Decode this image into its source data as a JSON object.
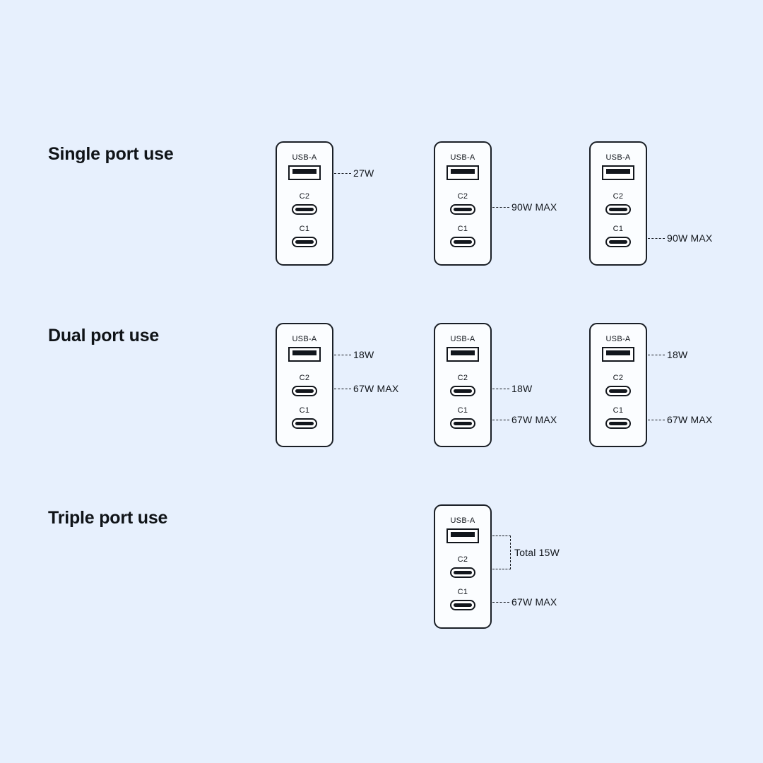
{
  "background_color": "#e7f0fd",
  "line_color": "#12161c",
  "charger_fill": "#fbfdff",
  "ports": {
    "usba_label": "USB-A",
    "c2_label": "C2",
    "c1_label": "C1"
  },
  "sections": [
    {
      "id": "single",
      "heading": "Single port use",
      "chargers": [
        {
          "id": "single-1",
          "callouts": [
            {
              "port": "usba",
              "value": "27W"
            }
          ]
        },
        {
          "id": "single-2",
          "callouts": [
            {
              "port": "c2",
              "value": "90W MAX"
            }
          ]
        },
        {
          "id": "single-3",
          "callouts": [
            {
              "port": "c1",
              "value": "90W MAX"
            }
          ]
        }
      ]
    },
    {
      "id": "dual",
      "heading": "Dual port use",
      "chargers": [
        {
          "id": "dual-1",
          "callouts": [
            {
              "port": "usba",
              "value": "18W"
            },
            {
              "port": "c2",
              "value": "67W MAX"
            }
          ]
        },
        {
          "id": "dual-2",
          "callouts": [
            {
              "port": "c2",
              "value": "18W"
            },
            {
              "port": "c1",
              "value": "67W MAX"
            }
          ]
        },
        {
          "id": "dual-3",
          "callouts": [
            {
              "port": "usba",
              "value": "18W"
            },
            {
              "port": "c1",
              "value": "67W MAX"
            }
          ]
        }
      ]
    },
    {
      "id": "triple",
      "heading": "Triple port use",
      "chargers": [
        {
          "id": "triple-1",
          "bracket": {
            "spans": [
              "usba",
              "c2"
            ],
            "value": "Total 15W"
          },
          "callouts": [
            {
              "port": "c1",
              "value": "67W MAX"
            }
          ]
        }
      ]
    }
  ]
}
